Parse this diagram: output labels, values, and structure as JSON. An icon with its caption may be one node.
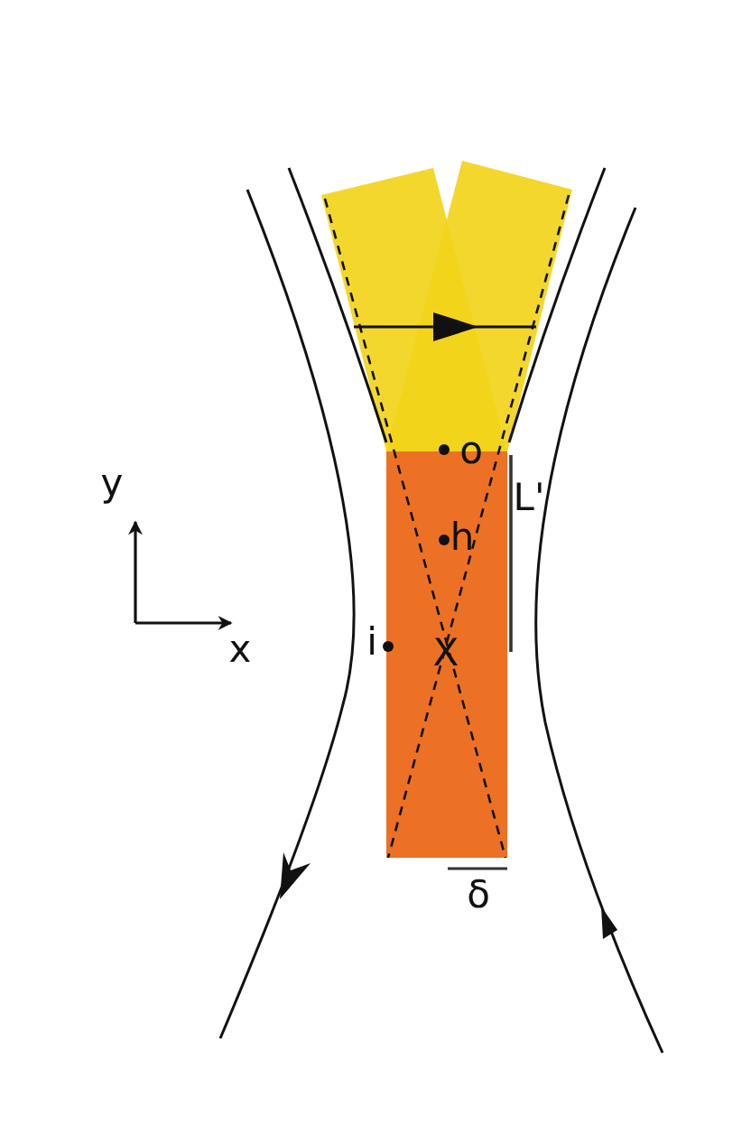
{
  "diagram": {
    "labels": [
      "o",
      "y",
      "L'",
      "h",
      "i",
      "X",
      "x",
      "δ"
    ]
  }
}
